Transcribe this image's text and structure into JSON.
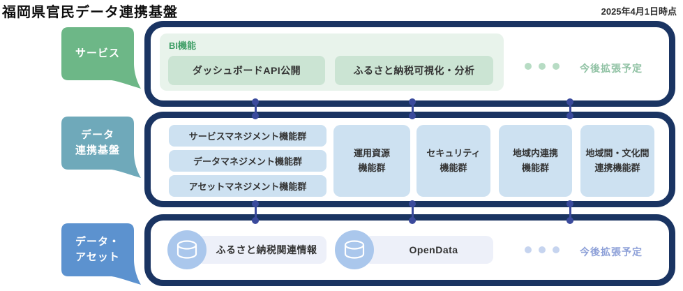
{
  "title": "福岡県官民データ連携基盤",
  "date_note": "2025年4月1日時点",
  "colors": {
    "navy_border": "#1a3462",
    "connector": "#3a4a9c",
    "service_tab": "#6db787",
    "platform_tab": "#6fa9ba",
    "assets_tab": "#5c92cf",
    "service_panel_bg": "#e8f3eb",
    "service_item_bg": "#cbe4d3",
    "service_accent_text": "#3f9e66",
    "service_note_text": "#90c2a4",
    "platform_item_bg": "#cde1f1",
    "assets_pill_bg": "#edf0f9",
    "assets_circle": "#aac7ec",
    "assets_note_text": "#8da0d8",
    "box_text": "#333333"
  },
  "service_row": {
    "tab_lines": [
      "サービス"
    ],
    "panel_label": "BI機能",
    "items": [
      "ダッシュボードAPI公開",
      "ふるさと納税可視化・分析"
    ],
    "expand_note": "今後拡張予定"
  },
  "platform_row": {
    "tab_lines": [
      "データ",
      "連携基盤"
    ],
    "stack_items": [
      "サービスマネジメント機能群",
      "データマネジメント機能群",
      "アセットマネジメント機能群"
    ],
    "tall_items": [
      {
        "line1": "運用資源",
        "line2": "機能群"
      },
      {
        "line1": "セキュリティ",
        "line2": "機能群"
      },
      {
        "line1": "地域内連携",
        "line2": "機能群"
      },
      {
        "line1": "地域間・文化間",
        "line2": "連携機能群"
      }
    ]
  },
  "assets_row": {
    "tab_lines": [
      "データ・",
      "アセット"
    ],
    "items": [
      "ふるさと納税関連情報",
      "OpenData"
    ],
    "expand_note": "今後拡張予定"
  }
}
